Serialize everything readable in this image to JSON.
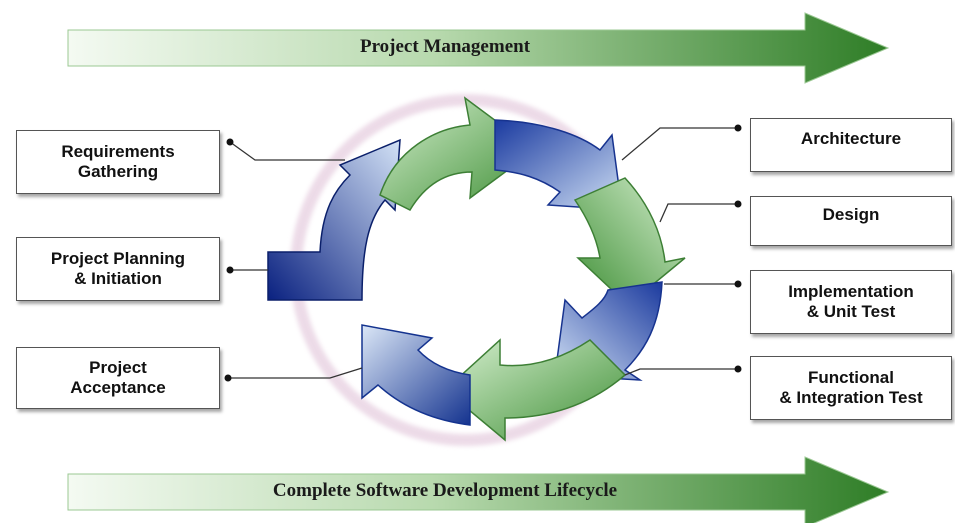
{
  "banners": {
    "top": "Project Management",
    "bottom": "Complete Software Development Lifecycle"
  },
  "phases": {
    "left": [
      "Requirements\nGathering",
      "Project Planning\n& Initiation",
      "Project\nAcceptance"
    ],
    "right": [
      "Architecture",
      "Design",
      "Implementation\n& Unit Test",
      "Functional\n& Integration Test"
    ]
  },
  "colors": {
    "green_dark": "#2f7d2a",
    "green_light": "#c9e8c0",
    "blue_dark": "#0d2a8a",
    "blue_light": "#cfe0f5",
    "cycle_glow": "#e6cfe0"
  }
}
